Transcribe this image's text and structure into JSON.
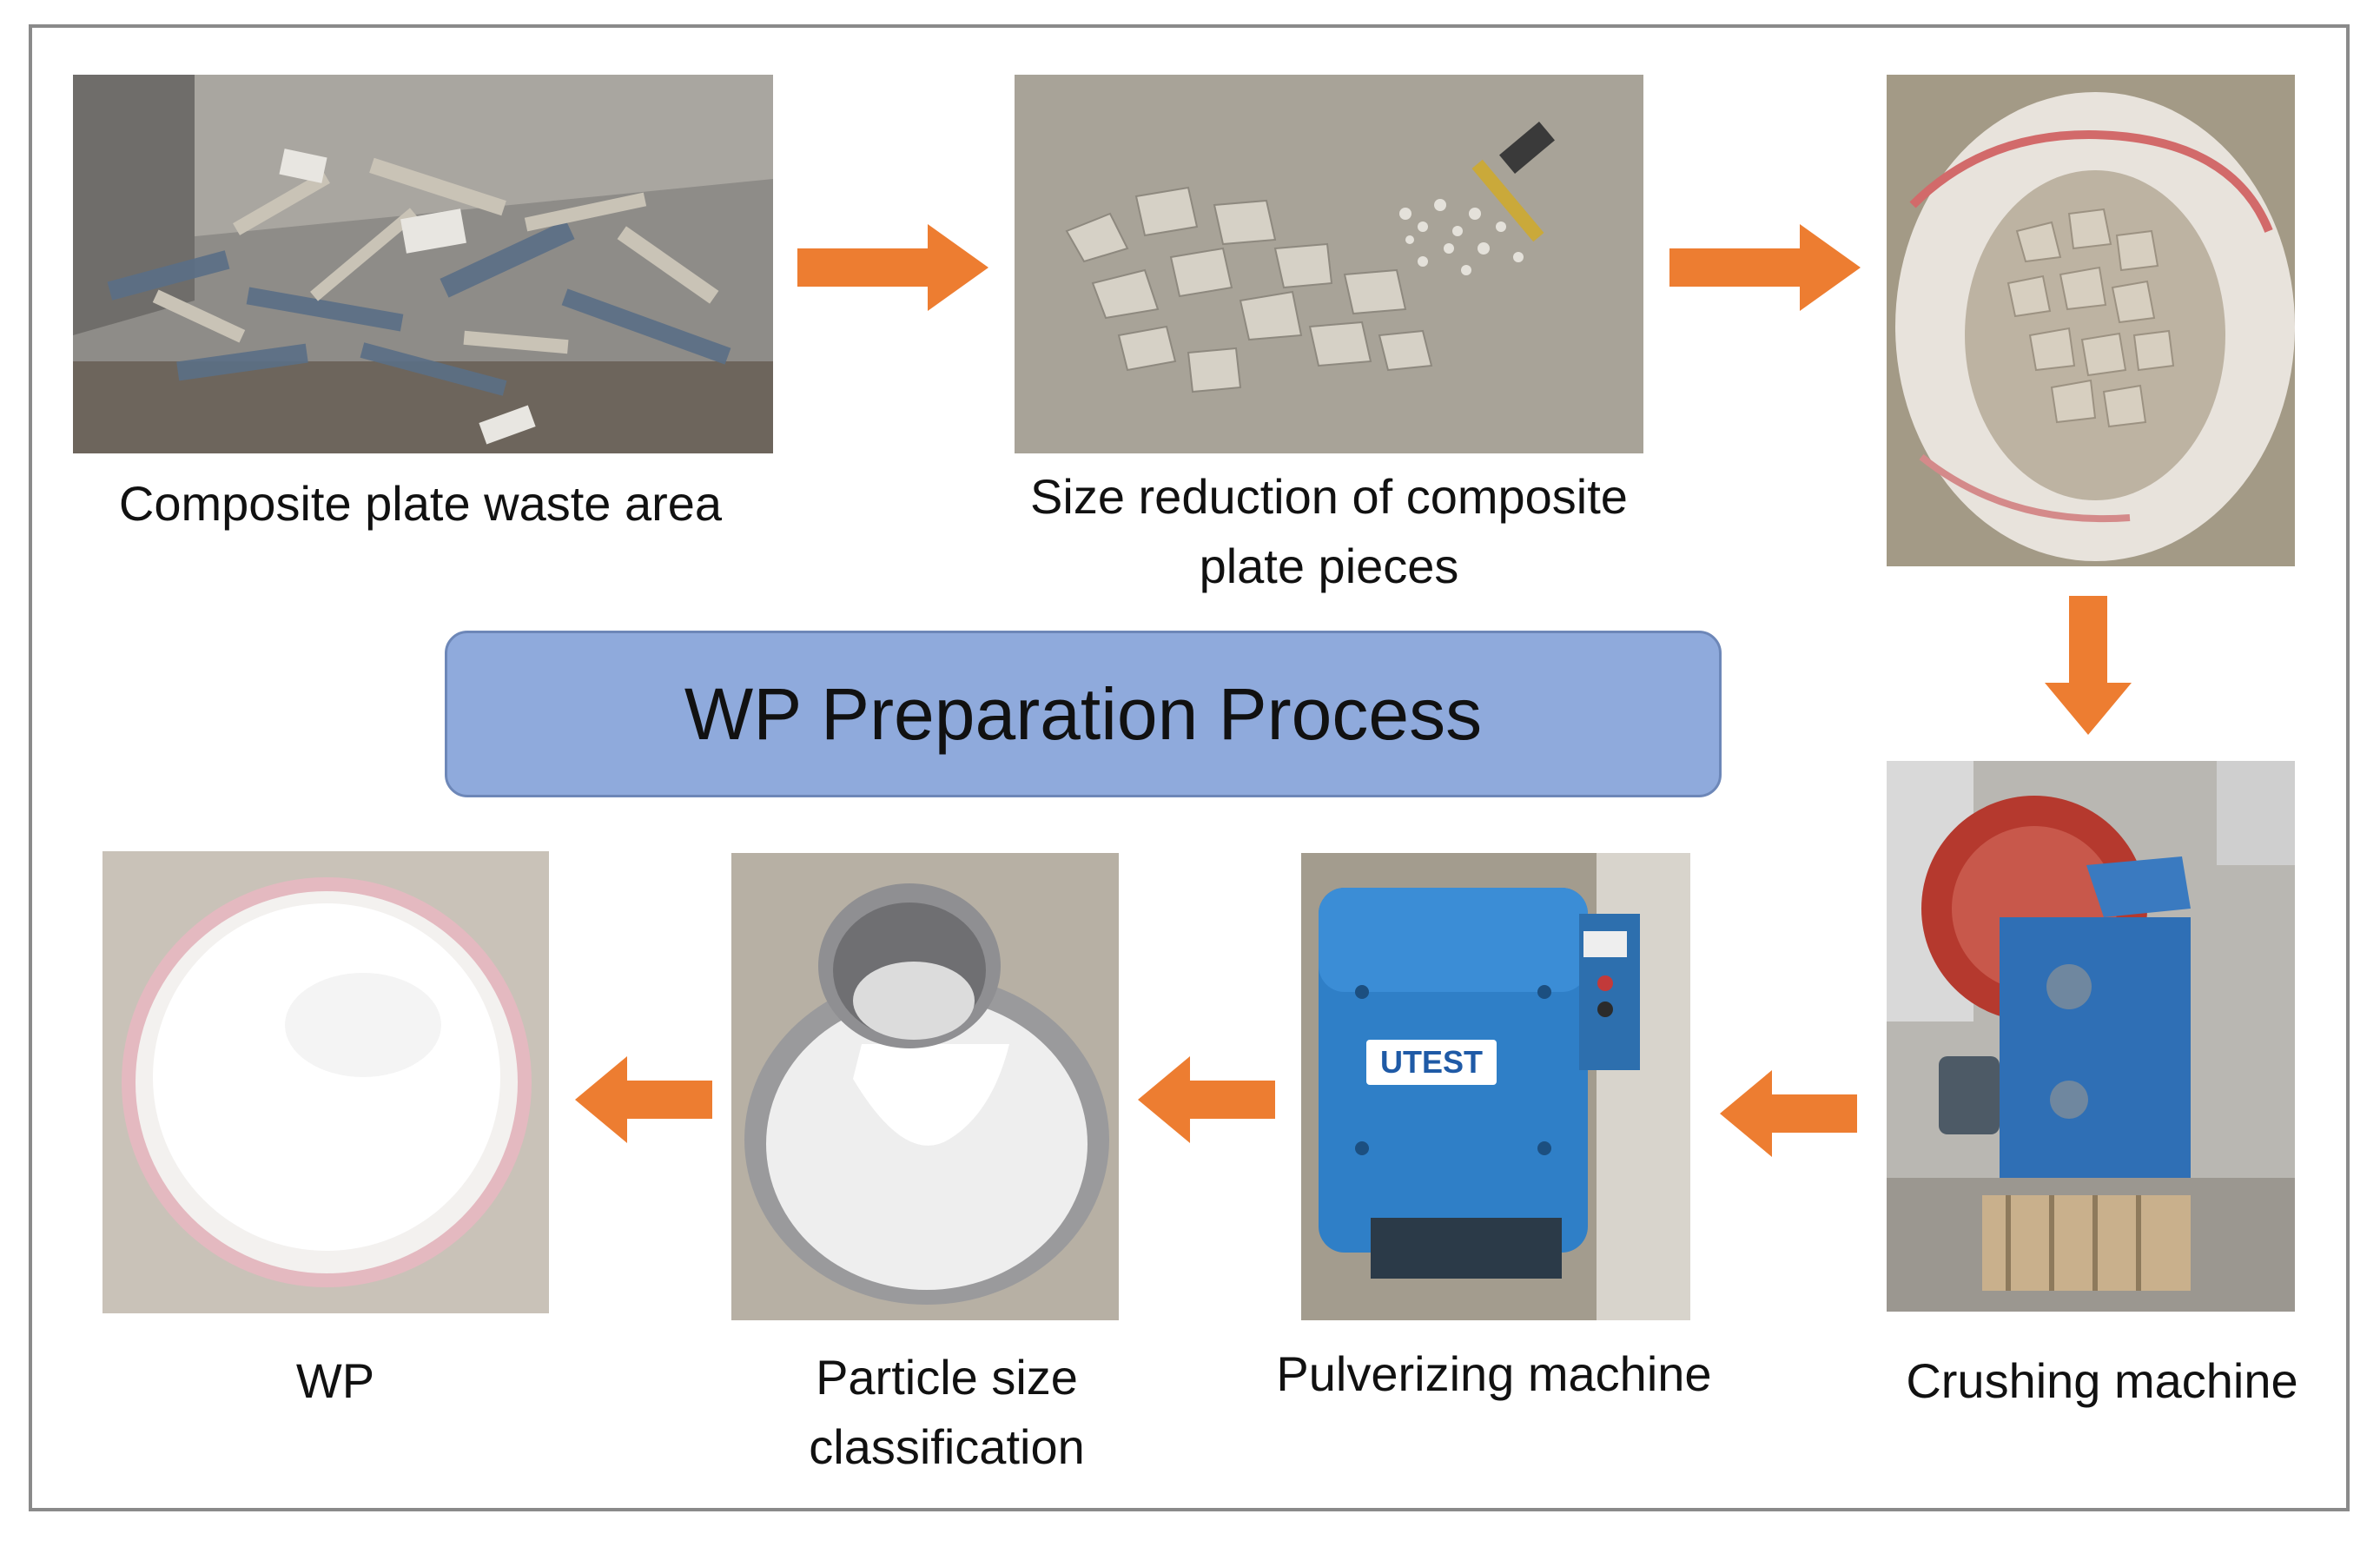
{
  "title": "WP Preparation Process",
  "steps": [
    {
      "id": "waste-area",
      "label_lines": [
        "Composite plate waste area"
      ]
    },
    {
      "id": "size-reduction",
      "label_lines": [
        "Size reduction of composite",
        "plate pieces"
      ]
    },
    {
      "id": "crushed-bag",
      "label_lines": []
    },
    {
      "id": "crushing-machine",
      "label_lines": [
        "Crushing machine"
      ]
    },
    {
      "id": "pulverizing-machine",
      "label_lines": [
        "Pulverizing machine"
      ]
    },
    {
      "id": "particle-size",
      "label_lines": [
        "Particle size",
        "classification"
      ]
    },
    {
      "id": "wp",
      "label_lines": [
        "WP"
      ]
    }
  ],
  "machine_brand": "UTEST",
  "colors": {
    "arrow": "#ed7d31",
    "title_box": "#8faadc",
    "frame": "#8a8a8a"
  }
}
